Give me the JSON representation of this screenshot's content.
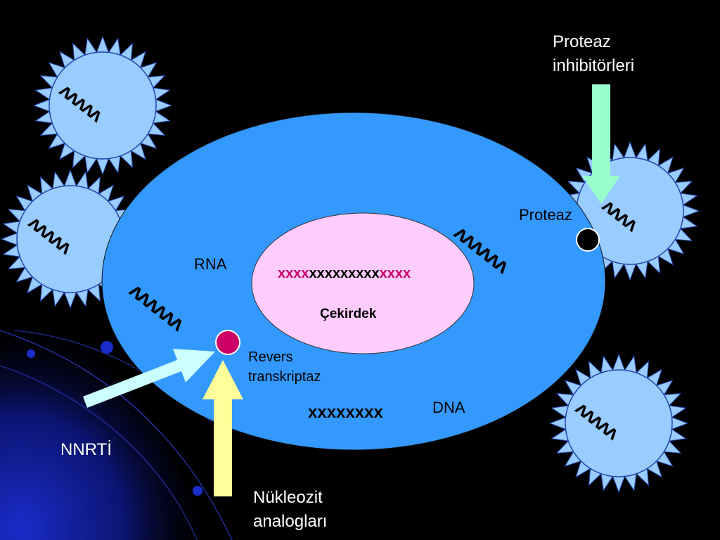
{
  "labels": {
    "protease_inhibitors_line1": "Proteaz",
    "protease_inhibitors_line2": "inhibitörleri",
    "protease": "Proteaz",
    "rna": "RNA",
    "nucleus": "Çekirdek",
    "reverse_transcriptase_line1": "Revers",
    "reverse_transcriptase_line2": "transkriptaz",
    "dna": "DNA",
    "nnrti": "NNRTİ",
    "nucleoside_line1": "Nükleozit",
    "nucleoside_line2": "analogları"
  },
  "sequences": {
    "nucleus_left": "xxxx",
    "nucleus_middle": "xxxxxxxxx",
    "nucleus_right": "xxxx",
    "dna": "xxxxxxxx",
    "rna_cell_1": "ʌʌʌʌʌʌ",
    "rna_cell_2": "ʌʌʌʌʌʌ",
    "virus_rna": "ʌʌʌʌʌ",
    "virus_rna_short": "ʌʌʌʌ"
  },
  "colors": {
    "background": "#000000",
    "cell": "#3399ff",
    "nucleus": "#ffccff",
    "virus": "#99ccff",
    "magenta_text": "#cc0066",
    "reverse_transcriptase_dot": "#cc0066",
    "protease_inhibitor_arrow": "#99ffcc",
    "nnrti_arrow": "#ccffff",
    "nucleoside_arrow": "#ffff99"
  }
}
